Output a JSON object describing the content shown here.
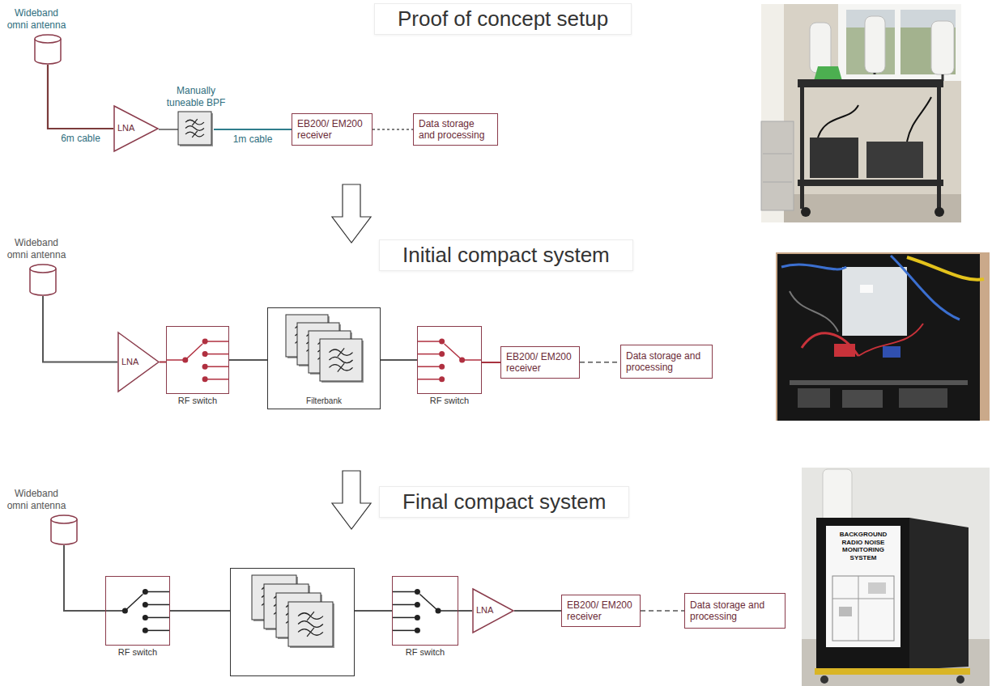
{
  "diagram": {
    "nodes": [
      {
        "text": [
          "Wideband omni antenna"
        ]
      },
      {
        "text": [
          "LNA"
        ]
      },
      {
        "text": [
          "Manually tuneable BPF"
        ]
      },
      {
        "text": [
          "EB200/ EM200 receiver"
        ]
      },
      {
        "text": [
          "Data storage and processing"
        ]
      },
      {
        "text": [
          "Wideband omni antenna"
        ]
      },
      {
        "text": [
          "LNA"
        ]
      },
      {
        "text": [
          "RF switch"
        ]
      },
      {
        "text": [
          "Filterbank"
        ]
      },
      {
        "text": [
          "RF switch"
        ]
      },
      {
        "text": [
          "EB200/ EM200 receiver"
        ]
      },
      {
        "text": [
          "Data storage and processing"
        ]
      },
      {
        "text": [
          "Wideband omni antenna"
        ]
      },
      {
        "text": [
          "RF switch"
        ]
      },
      {
        "text": []
      },
      {
        "text": [
          "RF switch"
        ]
      },
      {
        "text": [
          "LNA"
        ]
      },
      {
        "text": [
          "EB200/ EM200 receiver"
        ]
      },
      {
        "text": [
          "Data storage and processing"
        ]
      }
    ],
    "edges": [
      {
        "from": 0,
        "to": 1,
        "arrow": "none",
        "label": "6m cable"
      },
      {
        "from": 1,
        "to": 2,
        "arrow": "none"
      },
      {
        "from": 2,
        "to": 3,
        "arrow": "none",
        "label": "1m cable"
      },
      {
        "from": 3,
        "to": 4,
        "arrow": "none"
      },
      {
        "from": 5,
        "to": 6,
        "arrow": "none"
      },
      {
        "from": 6,
        "to": 7,
        "arrow": "none"
      },
      {
        "from": 7,
        "to": 8,
        "arrow": "none"
      },
      {
        "from": 8,
        "to": 9,
        "arrow": "none"
      },
      {
        "from": 9,
        "to": 10,
        "arrow": "none"
      },
      {
        "from": 10,
        "to": 11,
        "arrow": "none"
      },
      {
        "from": 12,
        "to": 13,
        "arrow": "none"
      },
      {
        "from": 13,
        "to": 14,
        "arrow": "none"
      },
      {
        "from": 14,
        "to": 15,
        "arrow": "none"
      },
      {
        "from": 15,
        "to": 16,
        "arrow": "none"
      },
      {
        "from": 16,
        "to": 17,
        "arrow": "none"
      },
      {
        "from": 17,
        "to": 18,
        "arrow": "none"
      }
    ],
    "labels": [
      "Proof of concept setup",
      "Initial compact system",
      "Final compact system",
      "BACKGROUND RADIO NOISE MONITORING SYSTEM"
    ]
  }
}
